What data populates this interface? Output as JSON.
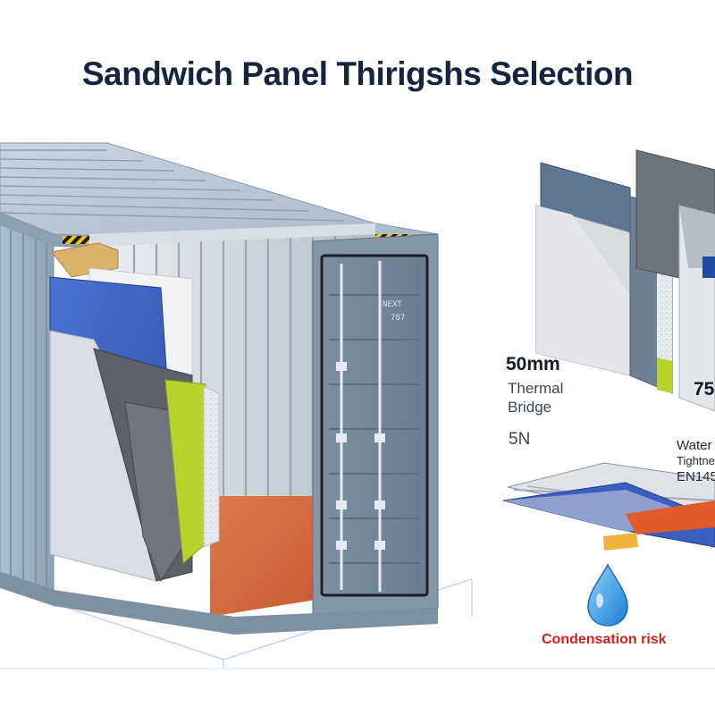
{
  "title": "Sandwich Panel Thirigshs Selection",
  "labels": {
    "thickness_50": "50mm",
    "thermal_line1": "Thermal",
    "thermal_line2": "Bridge",
    "thickness_75": "75",
    "spec_5n": "5N",
    "water_line1": "Water",
    "water_line2": "Tightne",
    "water_line3": "EN145",
    "condensation": "Condensation risk",
    "door_text_1": "NEXT",
    "door_text_2": "787"
  },
  "icons": {
    "snowflake": "snowflake-icon",
    "water_drop": "water-drop-icon"
  },
  "colors": {
    "title": "#16243f",
    "container_steel": "#9fb1c0",
    "panel_blue": "#3a5fc0",
    "panel_lime": "#b9d22c",
    "floor": "#d5693f",
    "hazard_yellow": "#f2c318",
    "condensation_red": "#d21f1f",
    "drop_blue": "#2d9be0"
  }
}
